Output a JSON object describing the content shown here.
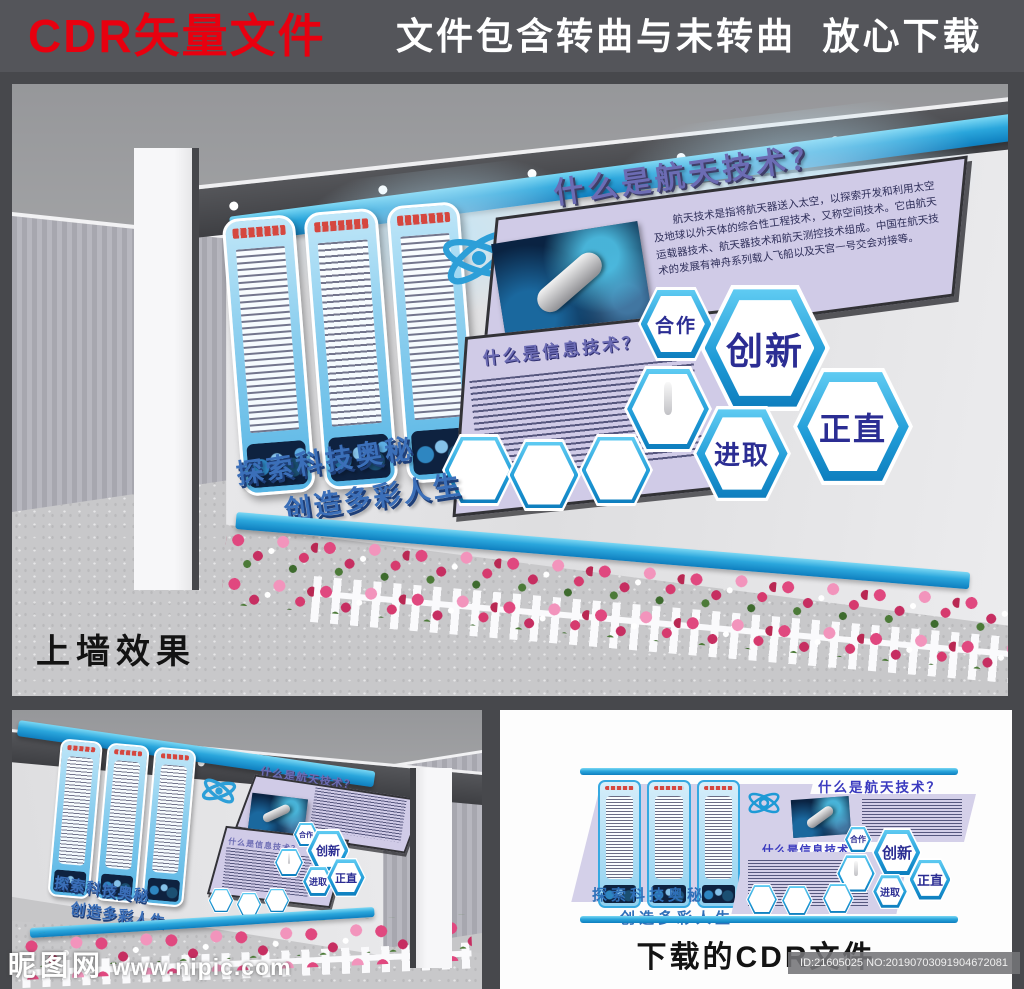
{
  "banner": {
    "brand": "CDR矢量文件",
    "tagline": "文件包含转曲与未转曲  放心下载"
  },
  "wall": {
    "aerospace_title": "什么是航天技术？",
    "aerospace_body": "航天技术是指将航天器送入太空，以探索开发和利用太空及地球以外天体的综合性工程技术，又称空间技术。它由航天运载器技术、航天器技术和航天测控技术组成。中国在航天技术的发展有神舟系列载人飞船以及天宫一号交会对接等。",
    "it_title": "什么是信息技术？",
    "hexagons": [
      "合作",
      "创新",
      "进取",
      "正直"
    ],
    "slogan1": "探索科技奥秘",
    "slogan2": "创造多彩人生"
  },
  "captions": {
    "effect": "上墙效果",
    "download": "下载的CDR文件"
  },
  "watermarks": {
    "site": "昵图网",
    "url": "www.nipic.com",
    "id_no": "ID:21605025 NO:20190703091904672081"
  },
  "colors": {
    "brand_red": "#E8000F",
    "banner_bg": "#54555A",
    "accent_blue": "#1E9AD6",
    "hex_text": "#2B2D93",
    "lavender": "#D0CBE7",
    "title_purple": "#6C6CB4",
    "slogan_blue": "#3B6FB9"
  }
}
